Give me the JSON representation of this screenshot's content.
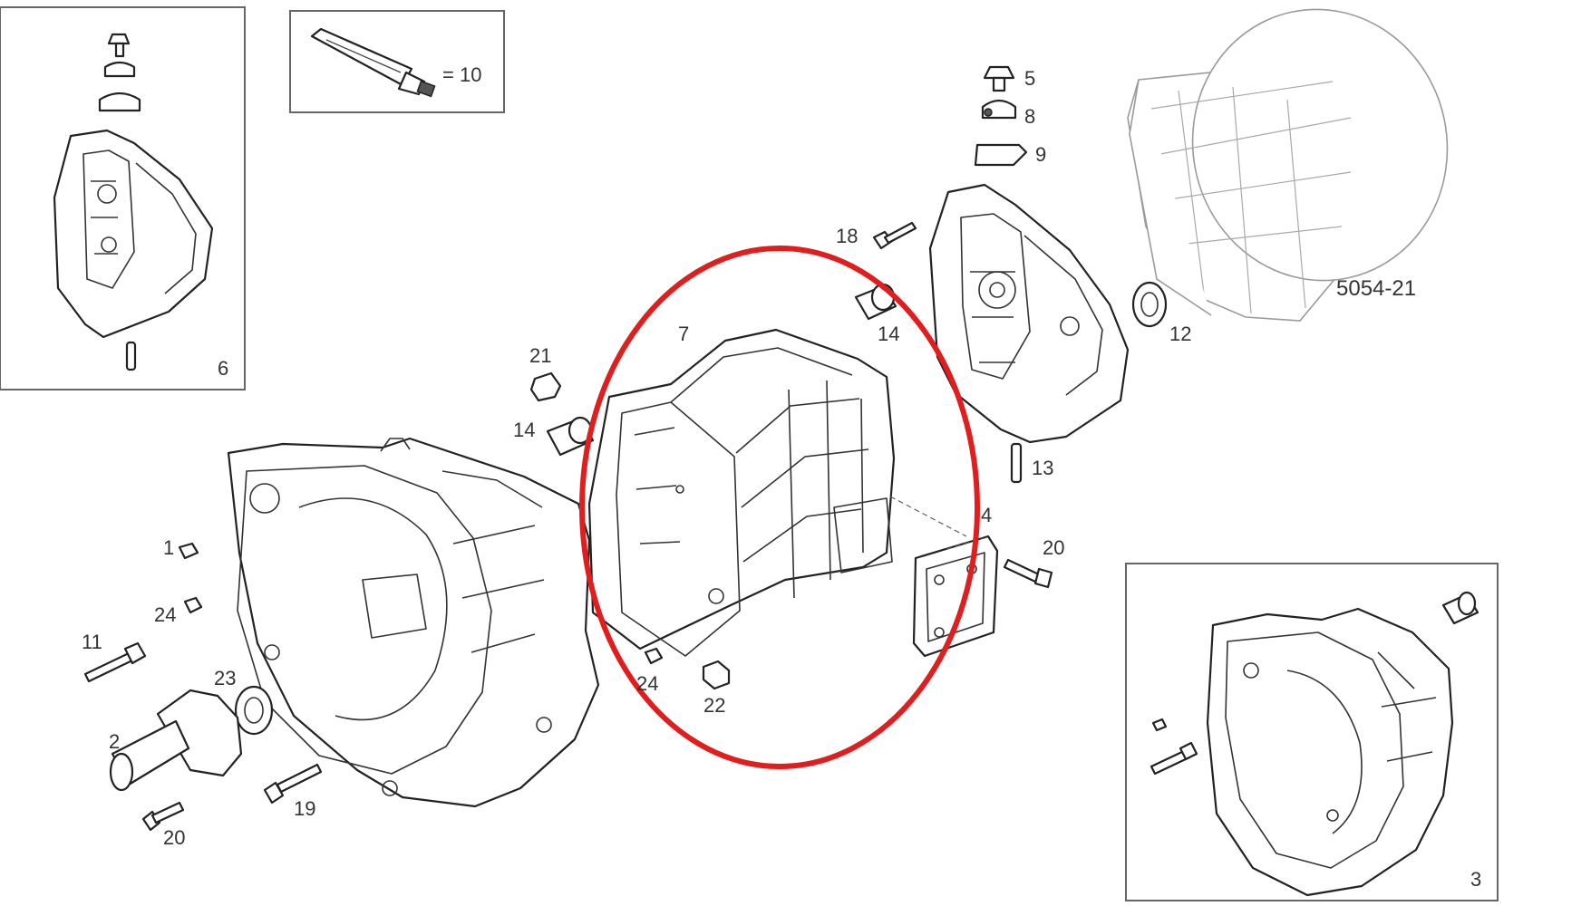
{
  "diagram": {
    "callouts": [
      {
        "id": "label-1",
        "text": "1"
      },
      {
        "id": "label-2",
        "text": "2"
      },
      {
        "id": "label-3",
        "text": "3"
      },
      {
        "id": "label-4",
        "text": "4"
      },
      {
        "id": "label-5",
        "text": "5"
      },
      {
        "id": "label-6",
        "text": "6"
      },
      {
        "id": "label-7",
        "text": "7"
      },
      {
        "id": "label-8",
        "text": "8"
      },
      {
        "id": "label-9",
        "text": "9"
      },
      {
        "id": "label-10",
        "text": "= 10"
      },
      {
        "id": "label-11",
        "text": "11"
      },
      {
        "id": "label-12",
        "text": "12"
      },
      {
        "id": "label-13",
        "text": "13"
      },
      {
        "id": "label-14a",
        "text": "14"
      },
      {
        "id": "label-14b",
        "text": "14"
      },
      {
        "id": "label-18",
        "text": "18"
      },
      {
        "id": "label-19",
        "text": "19"
      },
      {
        "id": "label-20a",
        "text": "20"
      },
      {
        "id": "label-20b",
        "text": "20"
      },
      {
        "id": "label-21",
        "text": "21"
      },
      {
        "id": "label-22",
        "text": "22"
      },
      {
        "id": "label-23",
        "text": "23"
      },
      {
        "id": "label-24a",
        "text": "24"
      },
      {
        "id": "label-24b",
        "text": "24"
      }
    ],
    "figure_code": "5054-21",
    "highlight_color": "#e01e1e",
    "line_color": "#222222"
  }
}
